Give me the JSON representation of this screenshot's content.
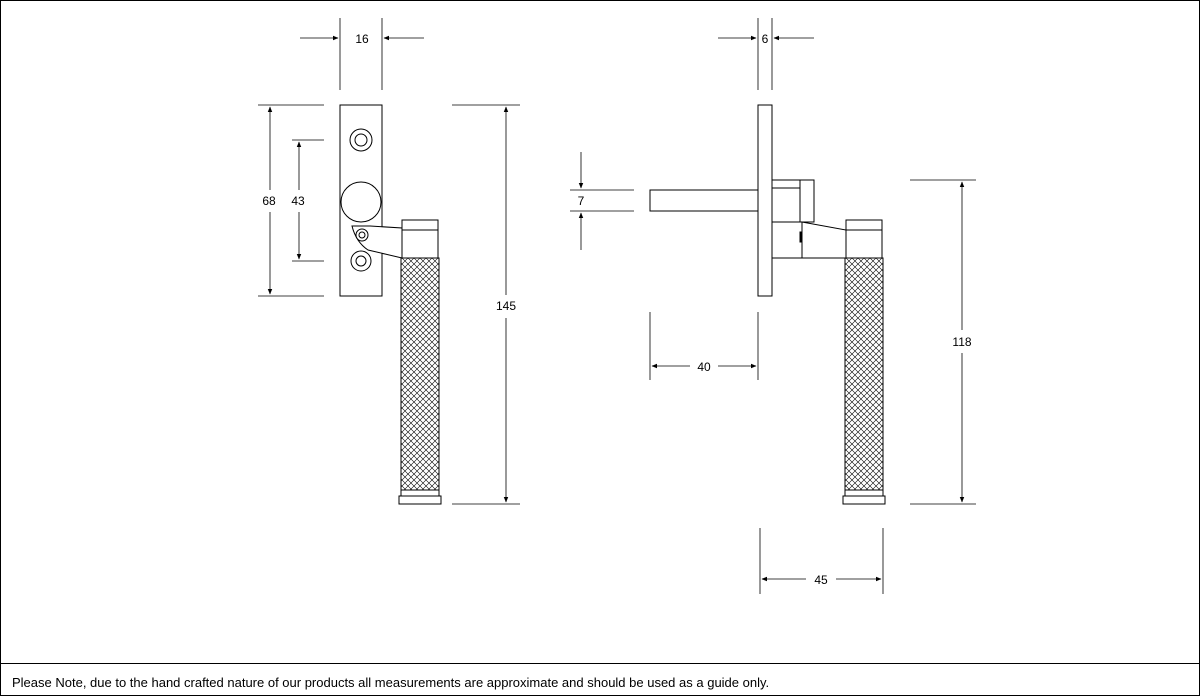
{
  "dimensions": {
    "front_width": "16",
    "front_height": "68",
    "front_hole_spacing": "43",
    "overall_height": "145",
    "side_plate_thickness": "6",
    "spindle_size": "7",
    "spindle_length": "40",
    "lever_height": "118",
    "lever_projection": "45"
  },
  "footer": {
    "note": "Please Note, due to the hand crafted nature of our products all measurements are approximate and should be used as a guide only."
  }
}
